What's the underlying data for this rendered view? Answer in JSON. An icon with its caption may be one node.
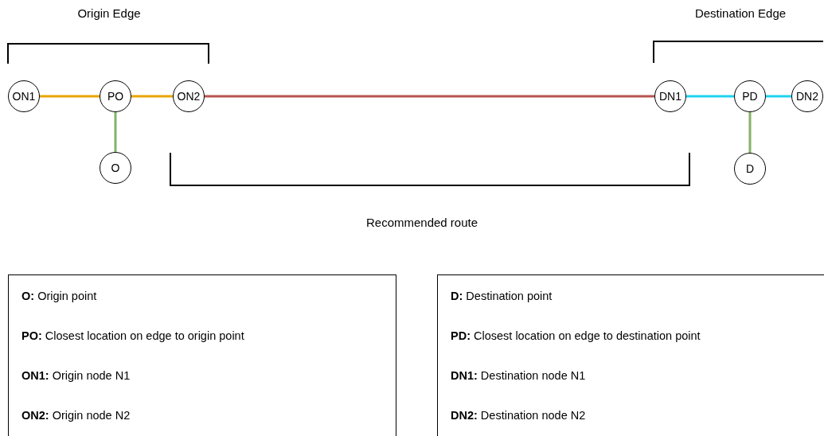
{
  "diagram": {
    "nodes": [
      {
        "text": [
          "ON1"
        ]
      },
      {
        "text": [
          "PO"
        ]
      },
      {
        "text": [
          "ON2"
        ]
      },
      {
        "text": [
          "DN1"
        ]
      },
      {
        "text": [
          "PD"
        ]
      },
      {
        "text": [
          "DN2"
        ]
      },
      {
        "text": [
          "O"
        ]
      },
      {
        "text": [
          "D"
        ]
      },
      {
        "text": [
          "**O:** Origin point",
          "**PO:** Closest location on edge to origin point",
          "**ON1:** Origin node N1",
          "**ON2:** Origin node N2"
        ]
      },
      {
        "text": [
          "**D:** Destination point",
          "**PD:** Closest location on edge to destination point",
          "**DN1:** Destination node N1",
          "**DN2:** Destination node N2"
        ]
      }
    ],
    "edges": [
      {
        "from": 0,
        "to": 1,
        "arrow": "none",
        "color": "#e8a400"
      },
      {
        "from": 1,
        "to": 2,
        "arrow": "none",
        "color": "#e8a400"
      },
      {
        "from": 2,
        "to": 3,
        "arrow": "none",
        "color": "#b85450"
      },
      {
        "from": 3,
        "to": 4,
        "arrow": "none",
        "color": "#1fd3f0"
      },
      {
        "from": 4,
        "to": 5,
        "arrow": "none",
        "color": "#1fd3f0"
      },
      {
        "from": 1,
        "to": 6,
        "arrow": "none",
        "color": "#82b366"
      },
      {
        "from": 4,
        "to": 7,
        "arrow": "none",
        "color": "#82b366"
      }
    ],
    "labels": [
      "Origin Edge",
      "Destination Edge",
      "Recommended route"
    ]
  }
}
